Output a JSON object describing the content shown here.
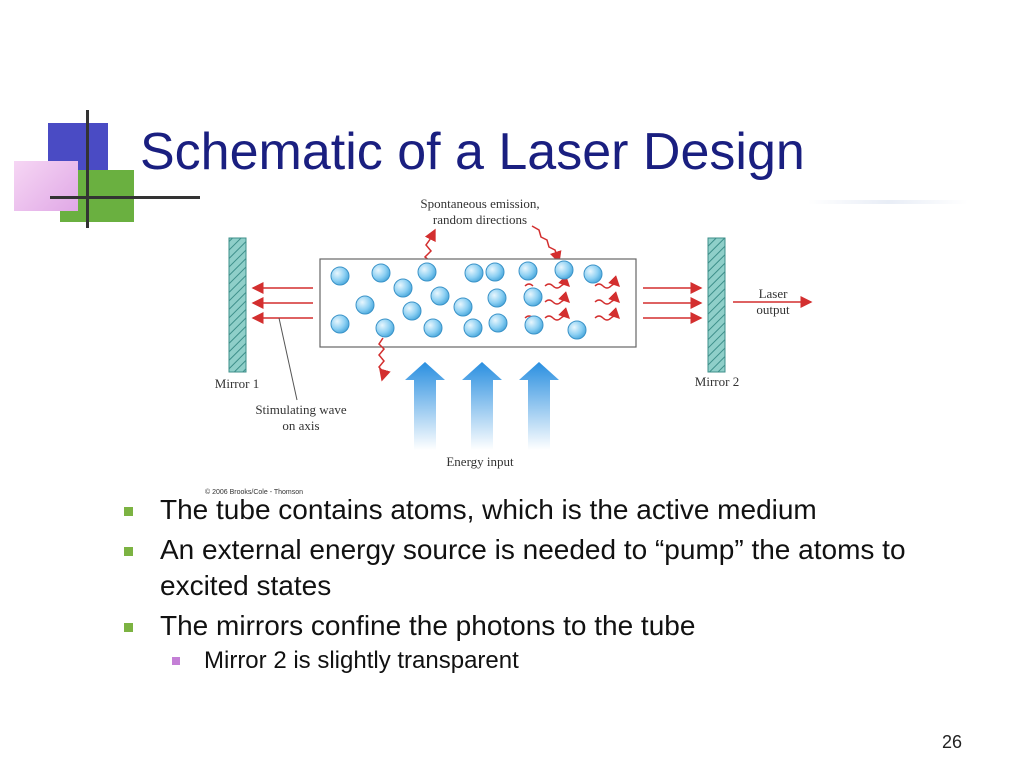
{
  "slide": {
    "title": "Schematic of a Laser Design",
    "page_number": "26"
  },
  "diagram": {
    "label_spontaneous_1": "Spontaneous emission,",
    "label_spontaneous_2": "random directions",
    "label_laser_1": "Laser",
    "label_laser_2": "output",
    "label_mirror1": "Mirror 1",
    "label_mirror2": "Mirror 2",
    "label_stimulating_1": "Stimulating wave",
    "label_stimulating_2": "on axis",
    "label_energy": "Energy input",
    "copyright": "© 2006 Brooks/Cole - Thomson"
  },
  "bullets": [
    {
      "text": "The tube contains atoms, which is the active medium"
    },
    {
      "text": "An external energy source is needed to “pump” the atoms to excited states"
    },
    {
      "text": "The mirrors confine the photons to the tube"
    },
    {
      "text": "Mirror 2 is slightly transparent"
    }
  ],
  "colors": {
    "title": "#1a1f80",
    "bullet": "#7cb342",
    "sub_bullet": "#c47fd6",
    "arrow_red": "#d32f2f",
    "atom": "#5fb8ea"
  }
}
